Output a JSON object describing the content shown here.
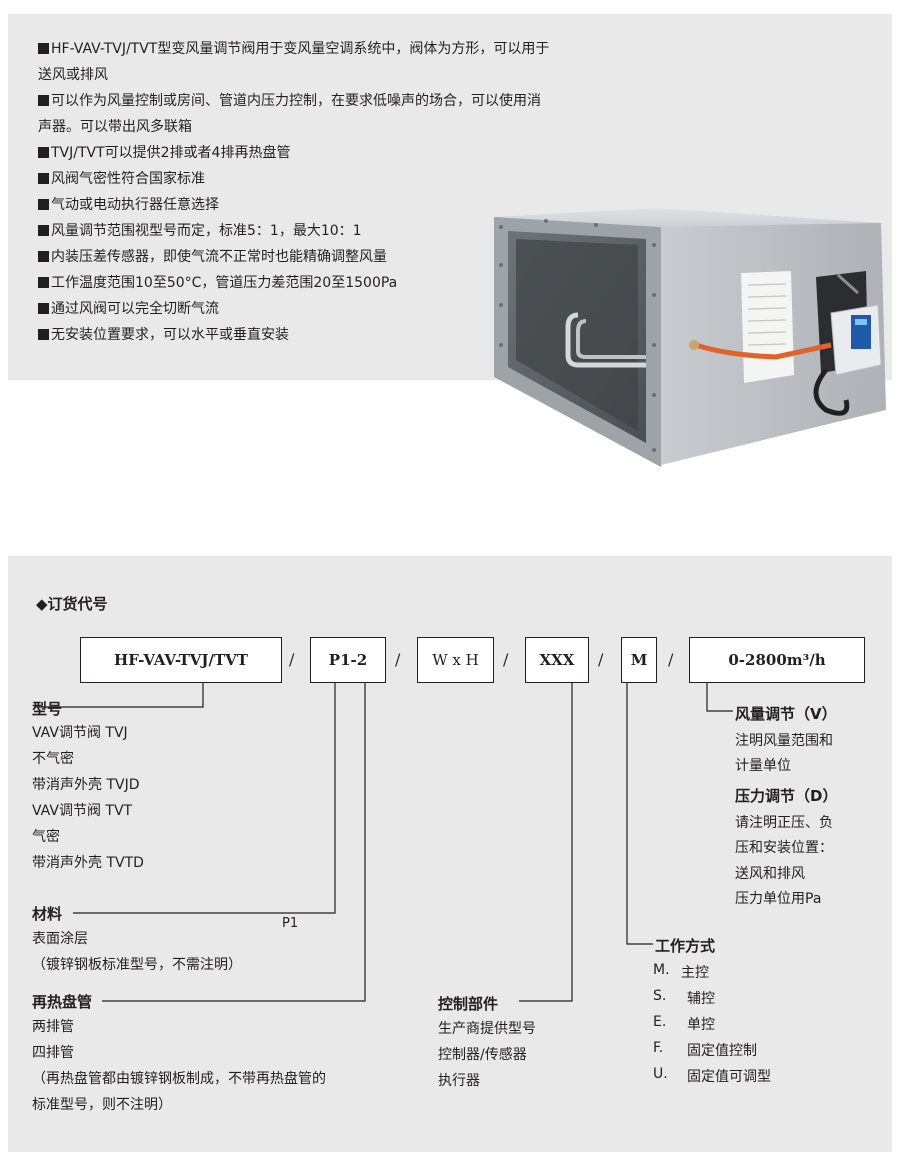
{
  "features": [
    "HF-VAV-TVJ/TVT型变风量调节阀用于变风量空调系统中，阀体为方形，可以用于",
    "送风或排风",
    "可以作为风量控制或房间、管道内压力控制，在要求低噪声的场合，可以使用消",
    "声器。可以带出风多联箱",
    "TVJ/TVT可以提供2排或者4排再热盘管",
    "风阀气密性符合国家标准",
    "气动或电动执行器任意选择",
    "风量调节范围视型号而定，标准5：1，最大10：1",
    "内装压差传感器，即使气流不正常时也能精确调整风量",
    "工作温度范围10至50°C，管道压力差范围20至1500Pa",
    "通过风阀可以完全切断气流",
    "无安装位置要求，可以水平或垂直安装"
  ],
  "bullet_flags": [
    true,
    false,
    true,
    false,
    true,
    true,
    true,
    true,
    true,
    true,
    true,
    true
  ],
  "order": {
    "title": "◆订货代号",
    "codes": [
      "HF-VAV-TVJ/TVT",
      "P1-2",
      "W x H",
      "XXX",
      "M",
      "0-2800m³/h"
    ],
    "separator": "/"
  },
  "model": {
    "heading": "型号",
    "lines": [
      "VAV调节阀   TVJ",
      "不气密",
      "带消声外壳   TVJD",
      "VAV调节阀   TVT",
      "气密",
      "带消声外壳   TVTD"
    ]
  },
  "material": {
    "heading": "材料",
    "code": "P1",
    "lines": [
      "表面涂层",
      "（镀锌钢板标准型号，不需注明）"
    ]
  },
  "reheat": {
    "heading": "再热盘管",
    "lines": [
      "两排管",
      "四排管",
      "（再热盘管都由镀锌钢板制成，不带再热盘管的",
      "标准型号，则不注明）"
    ]
  },
  "control": {
    "heading": "控制部件",
    "lines": [
      "生产商提供型号",
      "控制器/传感器",
      "执行器"
    ]
  },
  "operation": {
    "heading": "工作方式",
    "items": [
      {
        "code": "M.",
        "label": "主控"
      },
      {
        "code": "S.",
        "label": "辅控"
      },
      {
        "code": "E.",
        "label": "单控"
      },
      {
        "code": "F.",
        "label": "固定值控制"
      },
      {
        "code": "U.",
        "label": "固定值可调型"
      }
    ]
  },
  "air_volume": {
    "heading": "风量调节（V）",
    "lines": [
      "注明风量范围和",
      "计量单位"
    ]
  },
  "pressure": {
    "heading": "压力调节（D）",
    "lines": [
      "请注明正压、负",
      "压和安装位置：",
      "送风和排风",
      "压力单位用Pa"
    ]
  },
  "colors": {
    "panel": "#e9e9e9",
    "text": "#231f20",
    "box_border": "#231f20"
  }
}
